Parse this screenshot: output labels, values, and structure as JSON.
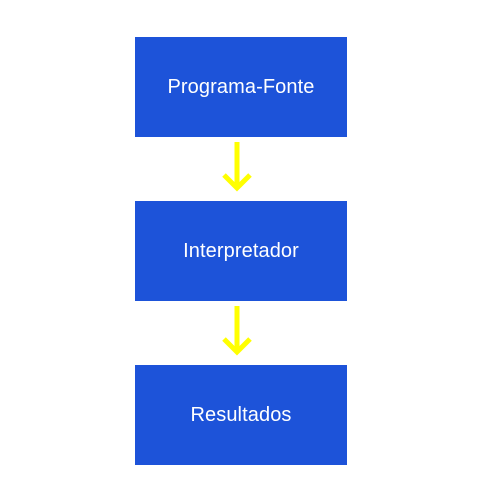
{
  "colors": {
    "box_fill": "#1d53d9",
    "box_text": "#ffffff",
    "arrow": "#ffff00",
    "background": "#ffffff"
  },
  "flow": {
    "nodes": [
      {
        "label": "Programa-Fonte"
      },
      {
        "label": "Interpretador"
      },
      {
        "label": "Resultados"
      }
    ],
    "arrows": [
      {
        "from": "Programa-Fonte",
        "to": "Interpretador",
        "icon": "arrow-down-icon"
      },
      {
        "from": "Interpretador",
        "to": "Resultados",
        "icon": "arrow-down-icon"
      }
    ]
  }
}
